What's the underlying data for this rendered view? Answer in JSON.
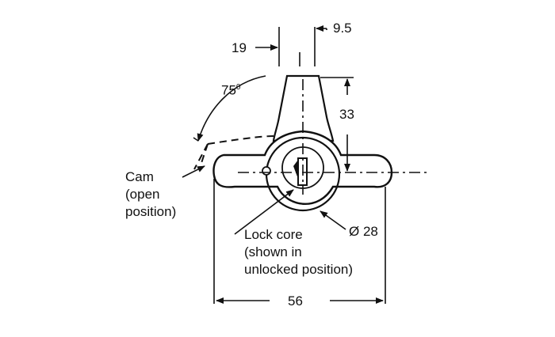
{
  "dimensions": {
    "width_top_left": "19",
    "width_top_right": "9.5",
    "angle": "75",
    "angle_unit": "0",
    "height": "33",
    "diameter": "Ø 28",
    "overall_width": "56"
  },
  "callouts": {
    "cam": [
      "Cam",
      "(open",
      "position)"
    ],
    "lock_core": [
      "Lock core",
      "(shown in",
      "unlocked position)"
    ]
  },
  "colors": {
    "line": "#111111",
    "fill": "#ffffff"
  }
}
